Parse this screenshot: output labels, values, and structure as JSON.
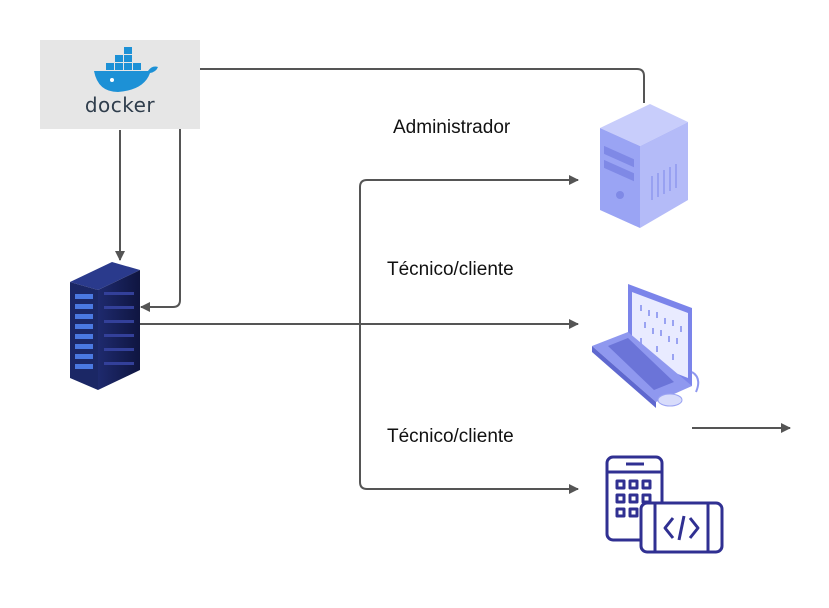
{
  "docker": {
    "logo_text": "docker",
    "logo_icon": "docker-whale-icon",
    "color": "#1d91d6"
  },
  "server": {
    "icon": "server-rack-icon"
  },
  "clients": [
    {
      "label": "Administrador",
      "icon": "desktop-tower-icon"
    },
    {
      "label": "Técnico/cliente",
      "icon": "laptop-icon"
    },
    {
      "label": "Técnico/cliente",
      "icon": "mobile-tablet-code-icon"
    }
  ],
  "colors": {
    "connector": "#555555",
    "box": "#e6e6e6",
    "accent": "#303092"
  }
}
